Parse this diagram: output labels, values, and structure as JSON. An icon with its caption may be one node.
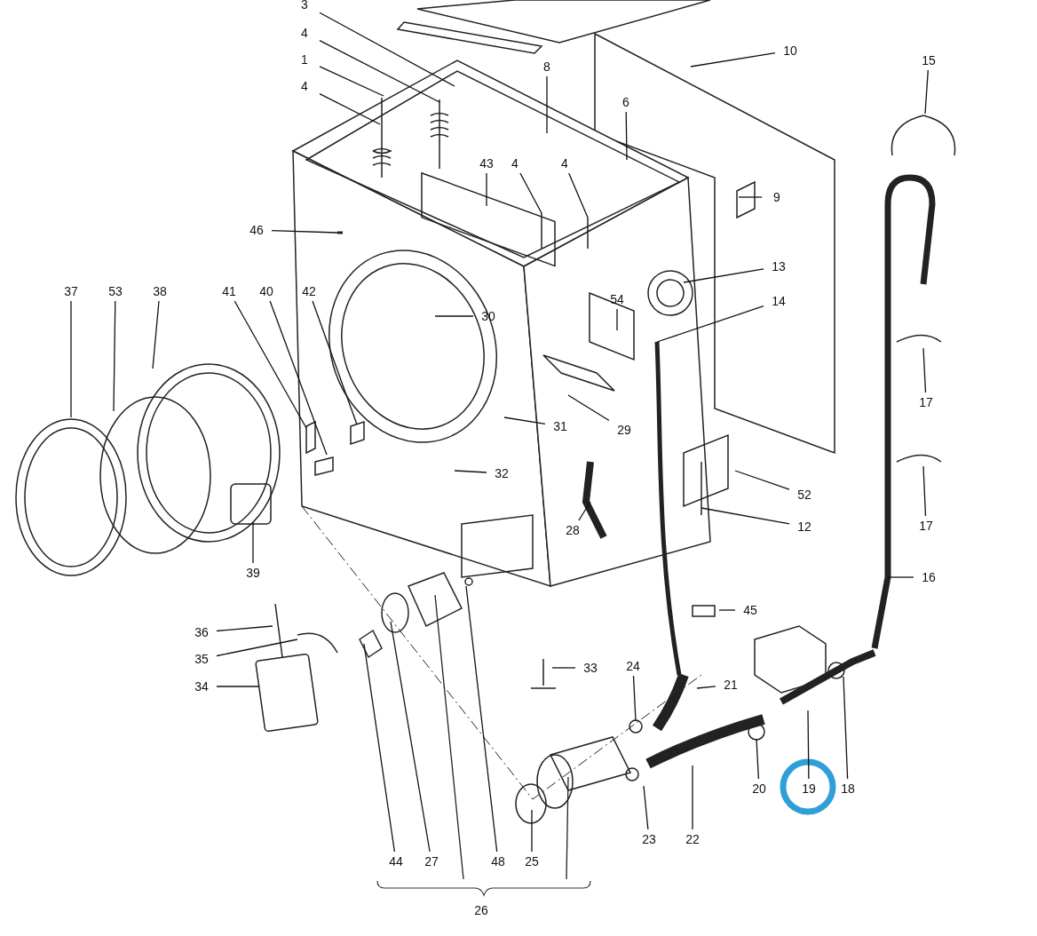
{
  "diagram": {
    "nodes": [
      {
        "text": [
          "3"
        ]
      },
      {
        "text": [
          "4"
        ]
      },
      {
        "text": [
          "1"
        ]
      },
      {
        "text": [
          "4"
        ]
      },
      {
        "text": [
          "8"
        ]
      },
      {
        "text": [
          "6"
        ]
      },
      {
        "text": [
          "10"
        ]
      },
      {
        "text": [
          "15"
        ]
      },
      {
        "text": [
          "43"
        ]
      },
      {
        "text": [
          "4"
        ]
      },
      {
        "text": [
          "4"
        ]
      },
      {
        "text": [
          "9"
        ]
      },
      {
        "text": [
          "46"
        ]
      },
      {
        "text": [
          "13"
        ]
      },
      {
        "text": [
          "54"
        ]
      },
      {
        "text": [
          "14"
        ]
      },
      {
        "text": [
          "30"
        ]
      },
      {
        "text": [
          "37"
        ]
      },
      {
        "text": [
          "53"
        ]
      },
      {
        "text": [
          "38"
        ]
      },
      {
        "text": [
          "41"
        ]
      },
      {
        "text": [
          "40"
        ]
      },
      {
        "text": [
          "42"
        ]
      },
      {
        "text": [
          "17"
        ]
      },
      {
        "text": [
          "31"
        ]
      },
      {
        "text": [
          "29"
        ]
      },
      {
        "text": [
          "17"
        ]
      },
      {
        "text": [
          "32"
        ]
      },
      {
        "text": [
          "52"
        ]
      },
      {
        "text": [
          "12"
        ]
      },
      {
        "text": [
          "28"
        ]
      },
      {
        "text": [
          "39"
        ]
      },
      {
        "text": [
          "16"
        ]
      },
      {
        "text": [
          "45"
        ]
      },
      {
        "text": [
          "36"
        ]
      },
      {
        "text": [
          "35"
        ]
      },
      {
        "text": [
          "34"
        ]
      },
      {
        "text": [
          "33"
        ]
      },
      {
        "text": [
          "24"
        ]
      },
      {
        "text": [
          "21"
        ]
      },
      {
        "text": [
          "20"
        ]
      },
      {
        "text": [
          "19"
        ]
      },
      {
        "text": [
          "18"
        ]
      },
      {
        "text": [
          "23"
        ]
      },
      {
        "text": [
          "22"
        ]
      },
      {
        "text": [
          "44"
        ]
      },
      {
        "text": [
          "27"
        ]
      },
      {
        "text": [
          "48"
        ]
      },
      {
        "text": [
          "25"
        ]
      }
    ],
    "edges": [
      {
        "from": 0,
        "to": null,
        "arrow": "none"
      },
      {
        "from": 1,
        "to": null,
        "arrow": "none"
      },
      {
        "from": 2,
        "to": null,
        "arrow": "none"
      },
      {
        "from": 3,
        "to": null,
        "arrow": "none"
      },
      {
        "from": 4,
        "to": null,
        "arrow": "none"
      },
      {
        "from": 5,
        "to": null,
        "arrow": "none"
      },
      {
        "from": 6,
        "to": null,
        "arrow": "none"
      },
      {
        "from": 7,
        "to": null,
        "arrow": "none"
      },
      {
        "from": 8,
        "to": null,
        "arrow": "none"
      },
      {
        "from": 9,
        "to": null,
        "arrow": "none"
      },
      {
        "from": 10,
        "to": null,
        "arrow": "none"
      },
      {
        "from": 11,
        "to": null,
        "arrow": "none"
      },
      {
        "from": 12,
        "to": null,
        "arrow": "none"
      },
      {
        "from": 13,
        "to": null,
        "arrow": "none"
      },
      {
        "from": 14,
        "to": null,
        "arrow": "none"
      },
      {
        "from": 15,
        "to": null,
        "arrow": "none"
      },
      {
        "from": 16,
        "to": null,
        "arrow": "none"
      },
      {
        "from": 17,
        "to": null,
        "arrow": "none"
      },
      {
        "from": 18,
        "to": null,
        "arrow": "none"
      },
      {
        "from": 19,
        "to": null,
        "arrow": "none"
      },
      {
        "from": 20,
        "to": null,
        "arrow": "none"
      },
      {
        "from": 21,
        "to": null,
        "arrow": "none"
      },
      {
        "from": 22,
        "to": null,
        "arrow": "none"
      },
      {
        "from": 23,
        "to": null,
        "arrow": "none"
      },
      {
        "from": 24,
        "to": null,
        "arrow": "none"
      },
      {
        "from": 25,
        "to": null,
        "arrow": "none"
      },
      {
        "from": 26,
        "to": null,
        "arrow": "none"
      },
      {
        "from": 27,
        "to": null,
        "arrow": "none"
      },
      {
        "from": 28,
        "to": null,
        "arrow": "none"
      },
      {
        "from": 29,
        "to": null,
        "arrow": "none"
      },
      {
        "from": 30,
        "to": null,
        "arrow": "none"
      },
      {
        "from": 31,
        "to": null,
        "arrow": "none"
      },
      {
        "from": 32,
        "to": null,
        "arrow": "none"
      },
      {
        "from": 33,
        "to": null,
        "arrow": "none"
      },
      {
        "from": 34,
        "to": null,
        "arrow": "none"
      },
      {
        "from": 35,
        "to": null,
        "arrow": "none"
      },
      {
        "from": 36,
        "to": null,
        "arrow": "none"
      },
      {
        "from": 37,
        "to": null,
        "arrow": "none"
      },
      {
        "from": 38,
        "to": null,
        "arrow": "none"
      },
      {
        "from": 39,
        "to": null,
        "arrow": "none"
      },
      {
        "from": 40,
        "to": null,
        "arrow": "none"
      },
      {
        "from": 41,
        "to": null,
        "arrow": "none"
      },
      {
        "from": 42,
        "to": null,
        "arrow": "none"
      },
      {
        "from": 43,
        "to": null,
        "arrow": "none"
      },
      {
        "from": 44,
        "to": null,
        "arrow": "none"
      },
      {
        "from": 45,
        "to": null,
        "arrow": "none"
      },
      {
        "from": 46,
        "to": null,
        "arrow": "none"
      },
      {
        "from": 47,
        "to": null,
        "arrow": "none"
      },
      {
        "from": 48,
        "to": null,
        "arrow": "none"
      }
    ],
    "labels": [
      "26"
    ]
  }
}
